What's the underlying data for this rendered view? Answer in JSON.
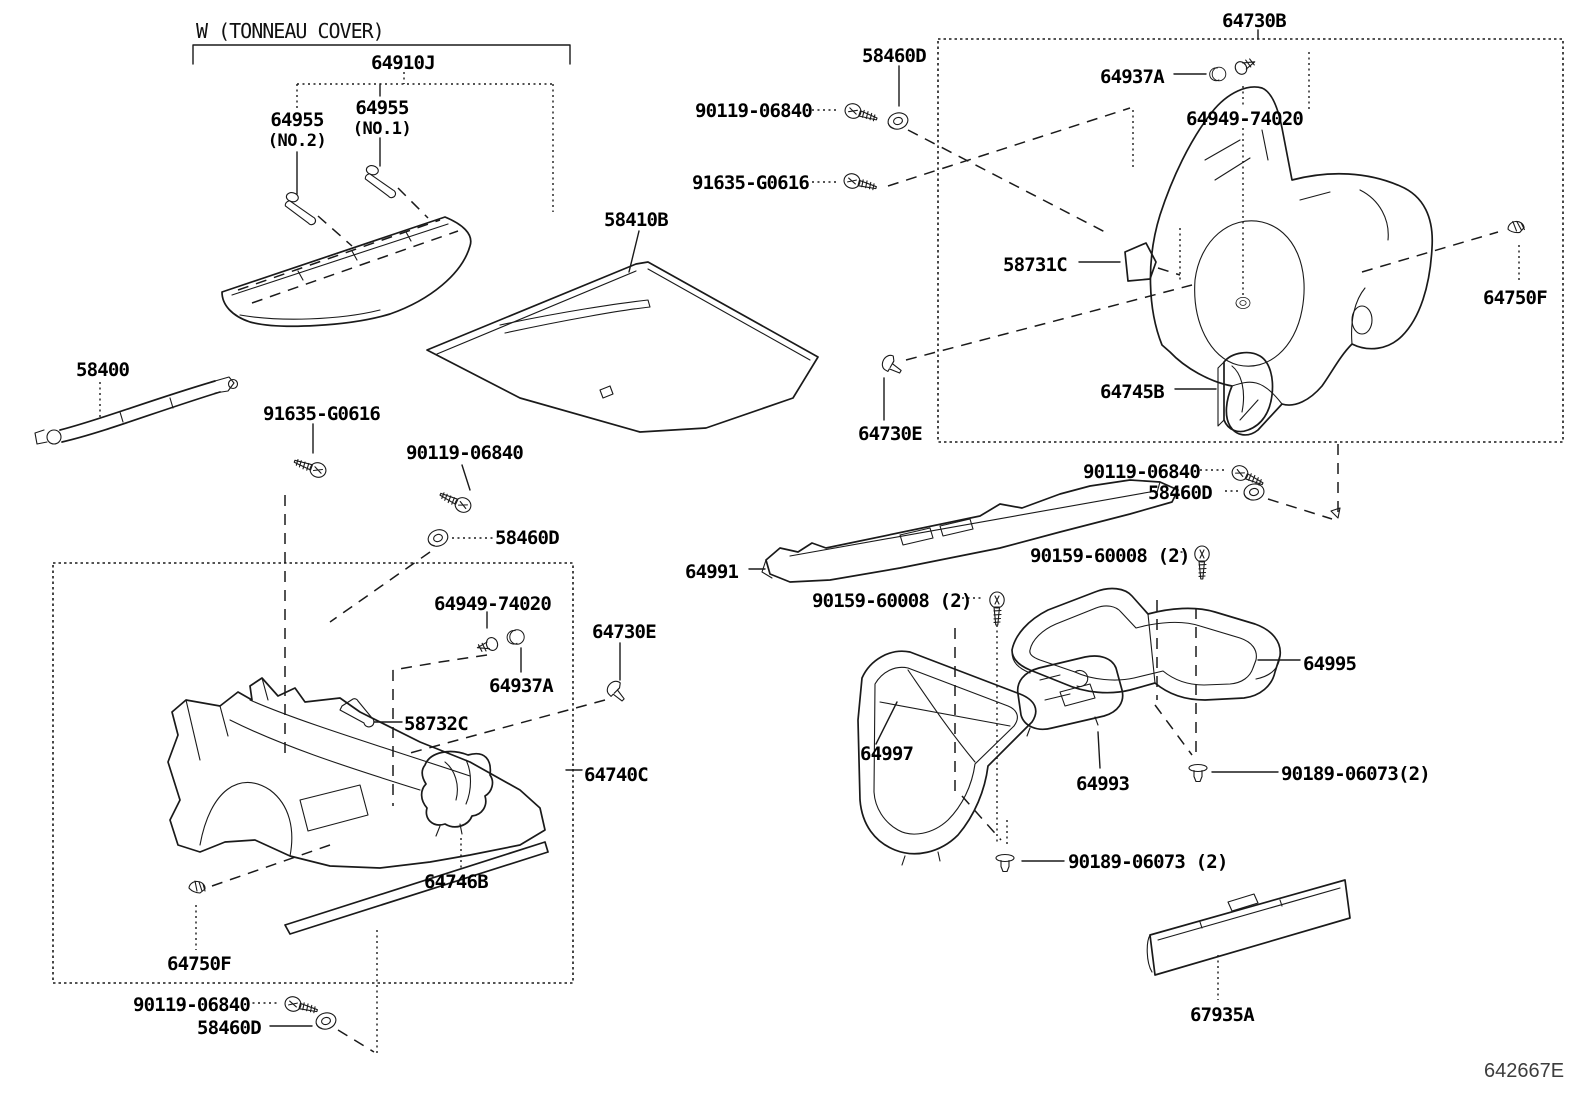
{
  "background": "#ffffff",
  "line_color": "#1a1a1a",
  "figure": {
    "code": "642667E",
    "group_bracket": "W (TONNEAU COVER)"
  },
  "labels": {
    "tonneau_group": "W (TONNEAU COVER)",
    "tonneau_assy": "64910J",
    "clip_no2_num": "64955",
    "clip_no2_sub": "(NO.2)",
    "clip_no1_num": "64955",
    "clip_no1_sub": "(NO.1)",
    "mat": "58410B",
    "strap": "58400",
    "screw_91635_left": "91635-G0616",
    "screw_90119_left": "90119-06840",
    "grommet_58460_left": "58460D",
    "pin_64949_left": "64949-74020",
    "clip_64730e_left": "64730E",
    "plug_64937_left": "64937A",
    "hook_58732": "58732C",
    "panel_64740": "64740C",
    "garnish_64746": "64746B",
    "clip_64750_left": "64750F",
    "screw_90119_bottom": "90119-06840",
    "grommet_58460_bottom": "58460D",
    "panel_64730b": "64730B",
    "grommet_58460_topright": "58460D",
    "screw_90119_right": "90119-06840",
    "screw_91635_right": "91635-G0616",
    "plug_64937_right": "64937A",
    "pin_64949_right": "64949-74020",
    "pad_58731": "58731C",
    "clip_64750_right": "64750F",
    "bracket_64745": "64745B",
    "clip_64730e_right": "64730E",
    "screw_90119_mid": "90119-06840",
    "grommet_58460_mid": "58460D",
    "trim_64991": "64991",
    "screw_90159_a": "90159-60008 (2)",
    "screw_90159_b": "90159-60008 (2)",
    "tray_64995": "64995",
    "tray_64997": "64997",
    "tray_64993": "64993",
    "rivet_90189_right": "90189-06073(2)",
    "rivet_90189_bottom": "90189-06073 (2)",
    "panel_67935": "67935A",
    "figure_code": "642667E"
  }
}
